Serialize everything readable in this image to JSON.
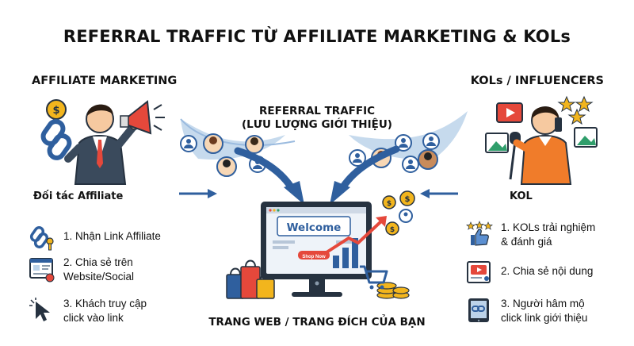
{
  "title": "REFERRAL TRAFFIC TỪ AFFILIATE MARKETING & KOLs",
  "left": {
    "heading": "AFFILIATE MARKETING",
    "subtitle": "Đối tác Affiliate",
    "steps": [
      {
        "lines": [
          "1. Nhận Link Affiliate"
        ],
        "icon": "chain-link-key-icon"
      },
      {
        "lines": [
          "2. Chia sẻ trên",
          "Website/Social"
        ],
        "icon": "webpage-share-icon"
      },
      {
        "lines": [
          "3. Khách truy cập",
          "click vào link"
        ],
        "icon": "cursor-click-icon"
      }
    ]
  },
  "right": {
    "heading": "KOLs / INFLUENCERS",
    "subtitle": "KOL",
    "steps": [
      {
        "lines": [
          "1. KOLs trải nghiệm",
          "& đánh giá"
        ],
        "icon": "thumbs-up-stars-icon"
      },
      {
        "lines": [
          "2. Chia sẻ nội dung"
        ],
        "icon": "video-post-icon"
      },
      {
        "lines": [
          "3. Người hâm mộ",
          "click link giới thiệu"
        ],
        "icon": "tablet-link-icon"
      }
    ]
  },
  "center": {
    "referral_line1": "REFERRAL TRAFFIC",
    "referral_line2": "(LƯU LƯỢNG GIỚI THIỆU)",
    "screen_welcome": "Welcome",
    "screen_button": "Shop Now",
    "bottom_label": "TRANG WEB / TRANG ĐÍCH CỦA BẠN"
  },
  "colors": {
    "blue": "#2f5f9e",
    "light_blue": "#bcd3ea",
    "orange": "#f07c2a",
    "gold": "#f2b51d",
    "red": "#e5483b",
    "dark": "#263240"
  }
}
